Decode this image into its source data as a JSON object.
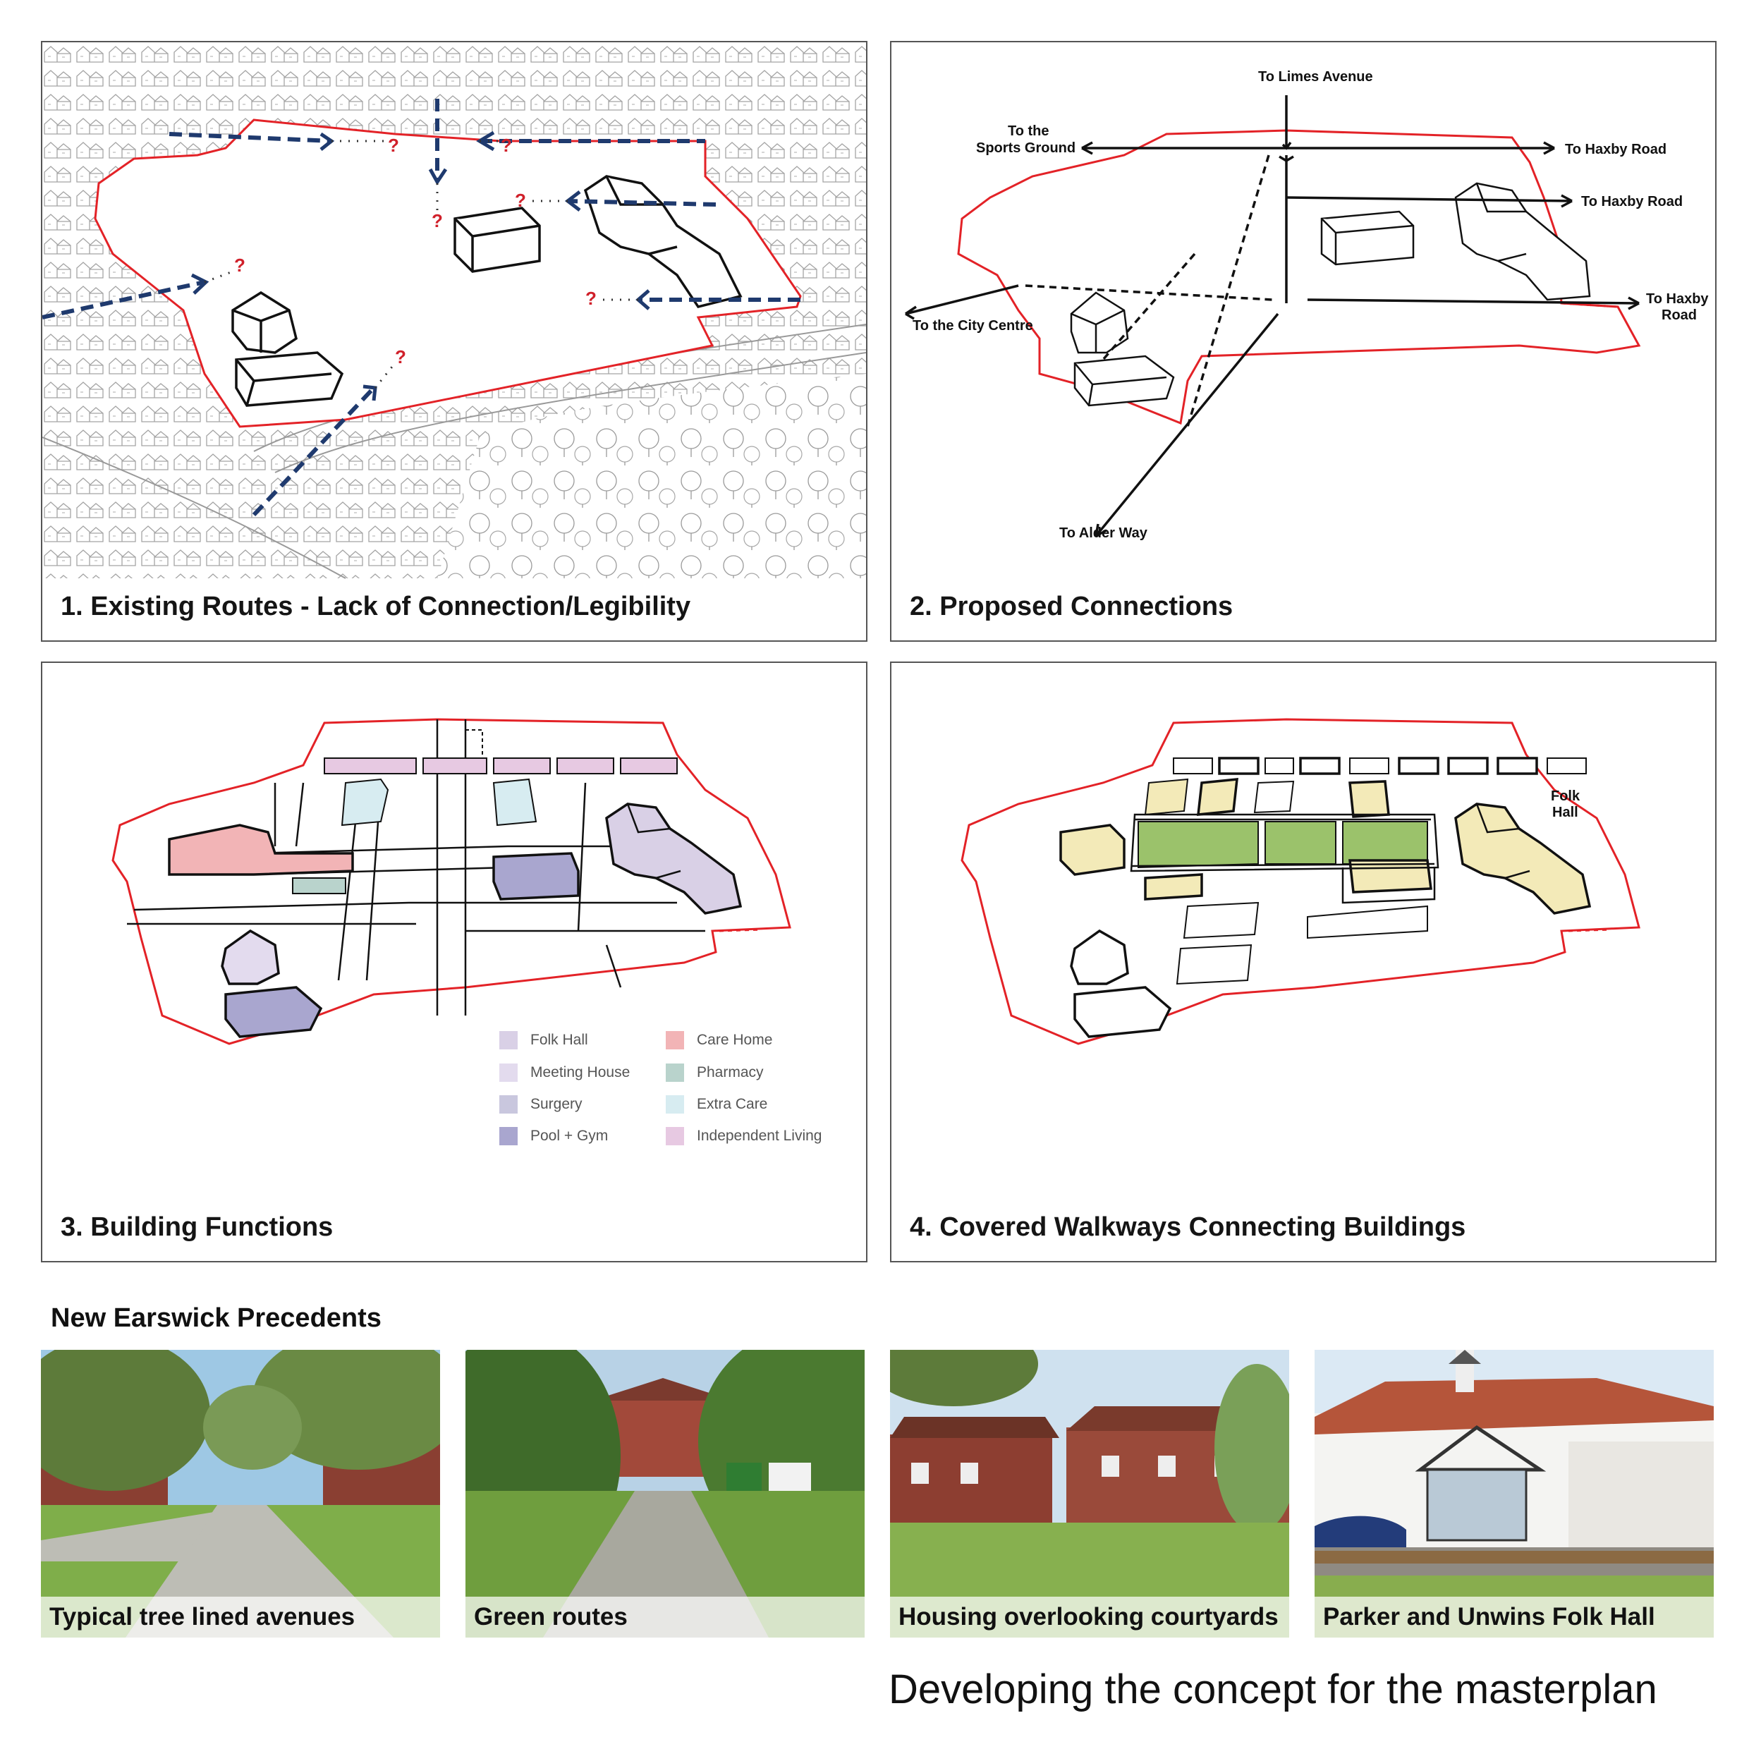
{
  "panels": [
    {
      "caption": "1. Existing Routes - Lack of Connection/Legibility"
    },
    {
      "caption": "2. Proposed Connections",
      "labels": {
        "limes": "To Limes Avenue",
        "sports1": "To the",
        "sports2": "Sports Ground",
        "haxby1": "To Haxby Road",
        "haxby2": "To Haxby Road",
        "haxby3a": "To Haxby",
        "haxby3b": "Road",
        "city": "To the City Centre",
        "alder": "To Alder Way"
      }
    },
    {
      "caption": "3. Building Functions",
      "legend": [
        {
          "label": "Folk Hall",
          "color": "#d9d0e6"
        },
        {
          "label": "Meeting House",
          "color": "#e3dbee"
        },
        {
          "label": "Surgery",
          "color": "#c9c7de"
        },
        {
          "label": "Pool + Gym",
          "color": "#a9a6cf"
        },
        {
          "label": "Care Home",
          "color": "#f2b4b6"
        },
        {
          "label": "Pharmacy",
          "color": "#b9d3cc"
        },
        {
          "label": "Extra Care",
          "color": "#d7ecf1"
        },
        {
          "label": "Independent Living",
          "color": "#e7c9e2"
        }
      ]
    },
    {
      "caption": "4. Covered Walkways Connecting Buildings",
      "labels": {
        "folk1": "Folk",
        "folk2": "Hall"
      }
    }
  ],
  "precedents": {
    "title": "New Earswick Precedents",
    "photos": [
      {
        "caption": "Typical tree lined avenues"
      },
      {
        "caption": "Green routes"
      },
      {
        "caption": "Housing overlooking courtyards"
      },
      {
        "caption": "Parker and Unwins Folk Hall"
      }
    ]
  },
  "title": "Developing the concept for the masterplan",
  "colors": {
    "boundary": "#e32227",
    "route": "#1f3a6e",
    "question": "#d0202a",
    "walkway_green": "#9bc26b",
    "walkway_yellow": "#f3eab8"
  }
}
